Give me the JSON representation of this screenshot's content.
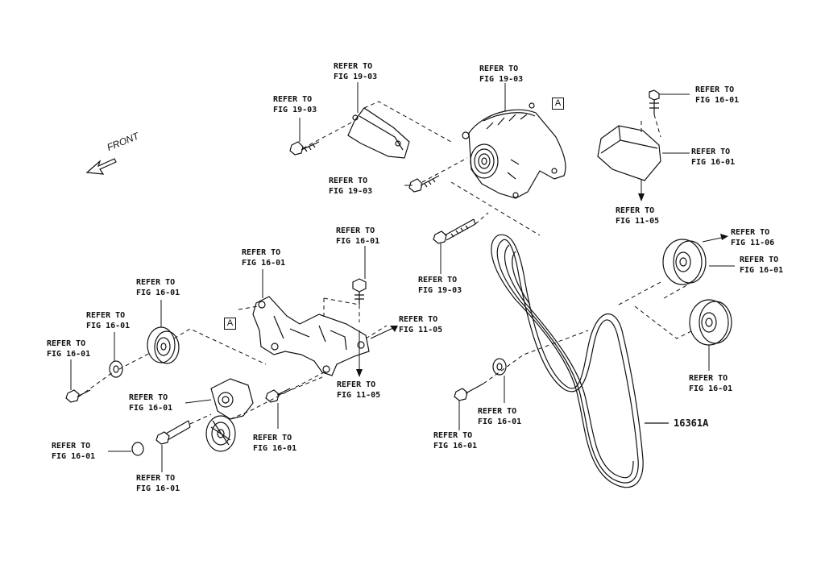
{
  "front_label": "FRONT",
  "marker_letter": "A",
  "part_number": "16361A",
  "line": "REFER TO",
  "figs": {
    "f1903": "FIG 19-03",
    "f1601": "FIG 16-01",
    "f1105": "FIG 11-05",
    "f1106": "FIG 11-06"
  },
  "colors": {
    "ink": "#111111",
    "paper": "#ffffff"
  }
}
